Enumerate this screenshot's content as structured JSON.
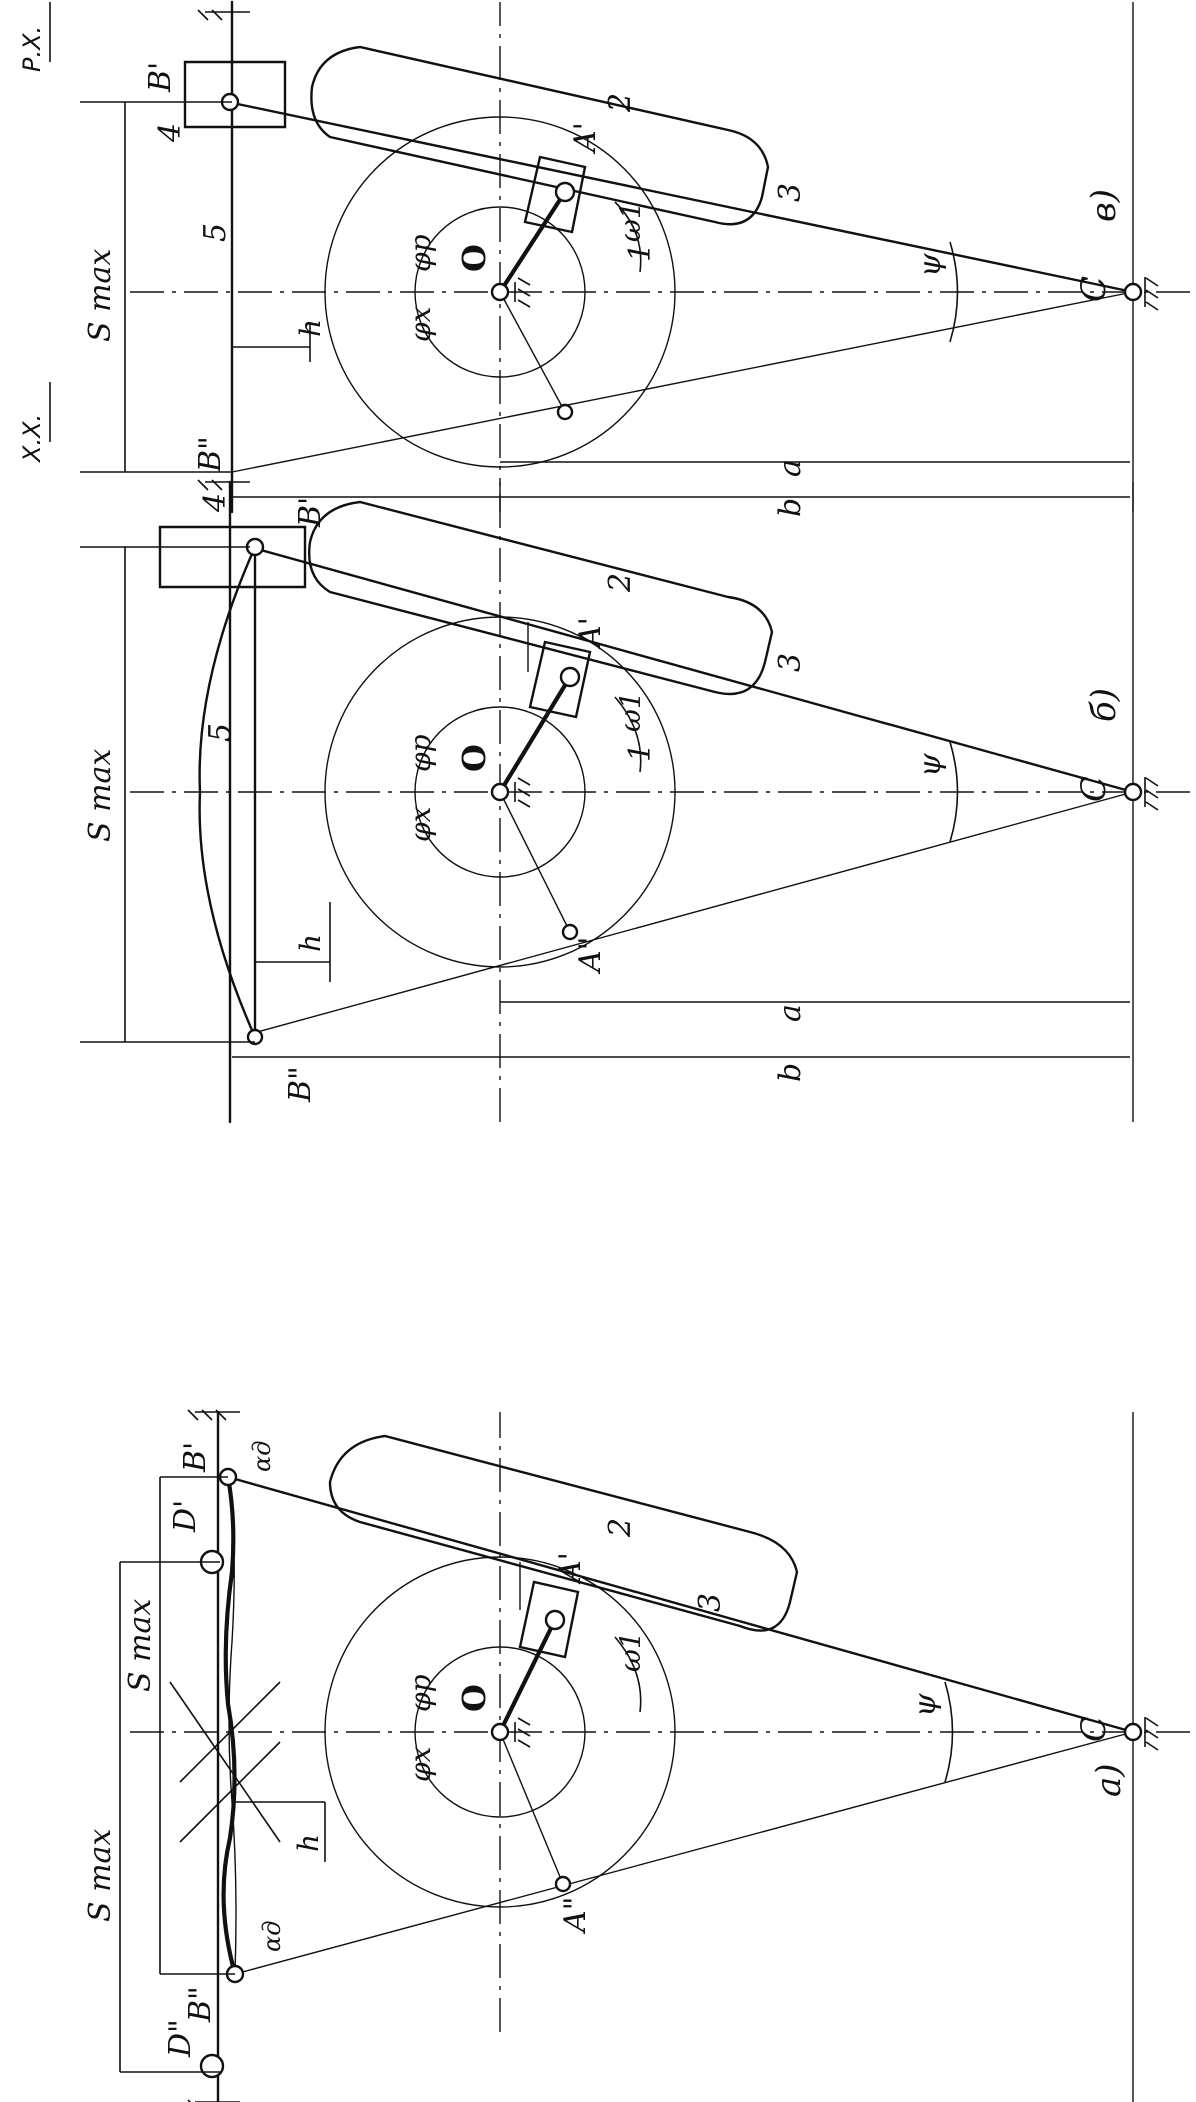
{
  "panels": [
    {
      "id": "a",
      "panel_label": "a)",
      "labels": {
        "O": "O",
        "C": "C",
        "A1": "A'",
        "A2": "A\"",
        "B1": "B'",
        "B2": "B\"",
        "D1": "D'",
        "D2": "D\"",
        "omega": "ω1",
        "phi_p": "φp",
        "phi_x": "φx",
        "psi": "ψ",
        "h": "h",
        "alpha1": "αд",
        "alpha2": "αд",
        "smax_outer": "S max",
        "smax_inner": "S max",
        "link2": "2",
        "link3": "3"
      }
    },
    {
      "id": "b",
      "panel_label": "б)",
      "labels": {
        "O": "O",
        "C": "C",
        "A1": "A'",
        "A2": "A\"",
        "B1": "B'",
        "B2": "B\"",
        "omega": "ω1",
        "phi_p": "φp",
        "phi_x": "φx",
        "psi": "ψ",
        "h": "h",
        "smax": "S max",
        "a": "a",
        "b": "b",
        "link1": "1",
        "link2": "2",
        "link3": "3",
        "link4": "4",
        "link5": "5"
      }
    },
    {
      "id": "c",
      "panel_label": "в)",
      "labels": {
        "O": "O",
        "C": "C",
        "A1": "A'",
        "B1": "B'",
        "B2": "B\"",
        "omega": "ω1",
        "phi_p": "φp",
        "phi_x": "φx",
        "psi": "ψ",
        "h": "h",
        "smax": "S max",
        "a": "a",
        "b": "b",
        "rx": "Р.Х.",
        "xx": "Х.Х.",
        "link1": "1",
        "link2": "2",
        "link3": "3",
        "link4": "4",
        "link5": "5"
      }
    }
  ]
}
